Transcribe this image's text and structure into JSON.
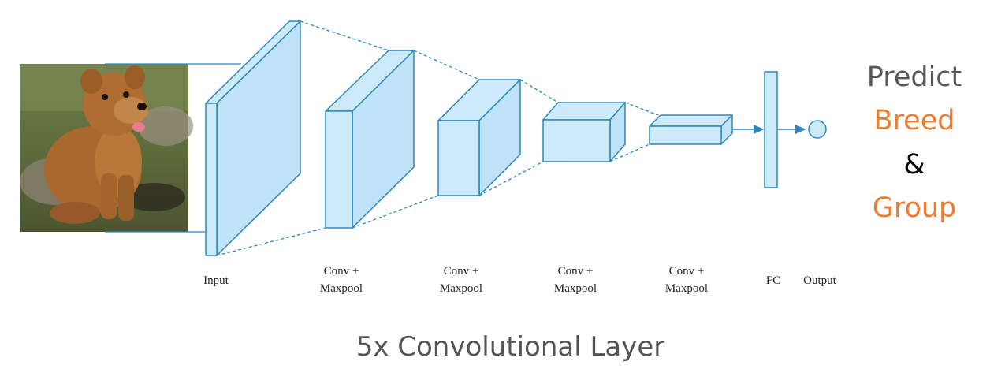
{
  "diagram": {
    "layers": [
      {
        "id": "input",
        "label_line1": "Input",
        "label_line2": ""
      },
      {
        "id": "conv1",
        "label_line1": "Conv +",
        "label_line2": "Maxpool"
      },
      {
        "id": "conv2",
        "label_line1": "Conv +",
        "label_line2": "Maxpool"
      },
      {
        "id": "conv3",
        "label_line1": "Conv +",
        "label_line2": "Maxpool"
      },
      {
        "id": "conv4",
        "label_line1": "Conv +",
        "label_line2": "Maxpool"
      },
      {
        "id": "fc",
        "label_line1": "FC",
        "label_line2": ""
      },
      {
        "id": "output",
        "label_line1": "Output",
        "label_line2": ""
      }
    ],
    "colors": {
      "block_fill": "#cdeafb",
      "block_stroke": "#2f87be",
      "connector": "#2f87be"
    }
  },
  "prediction": {
    "word1": "Predict",
    "word2": "Breed",
    "word3": "&",
    "word4": "Group",
    "color_gray": "#595959",
    "color_orange": "#ed7d31",
    "color_black": "#000000"
  },
  "caption": "5x Convolutional Layer"
}
